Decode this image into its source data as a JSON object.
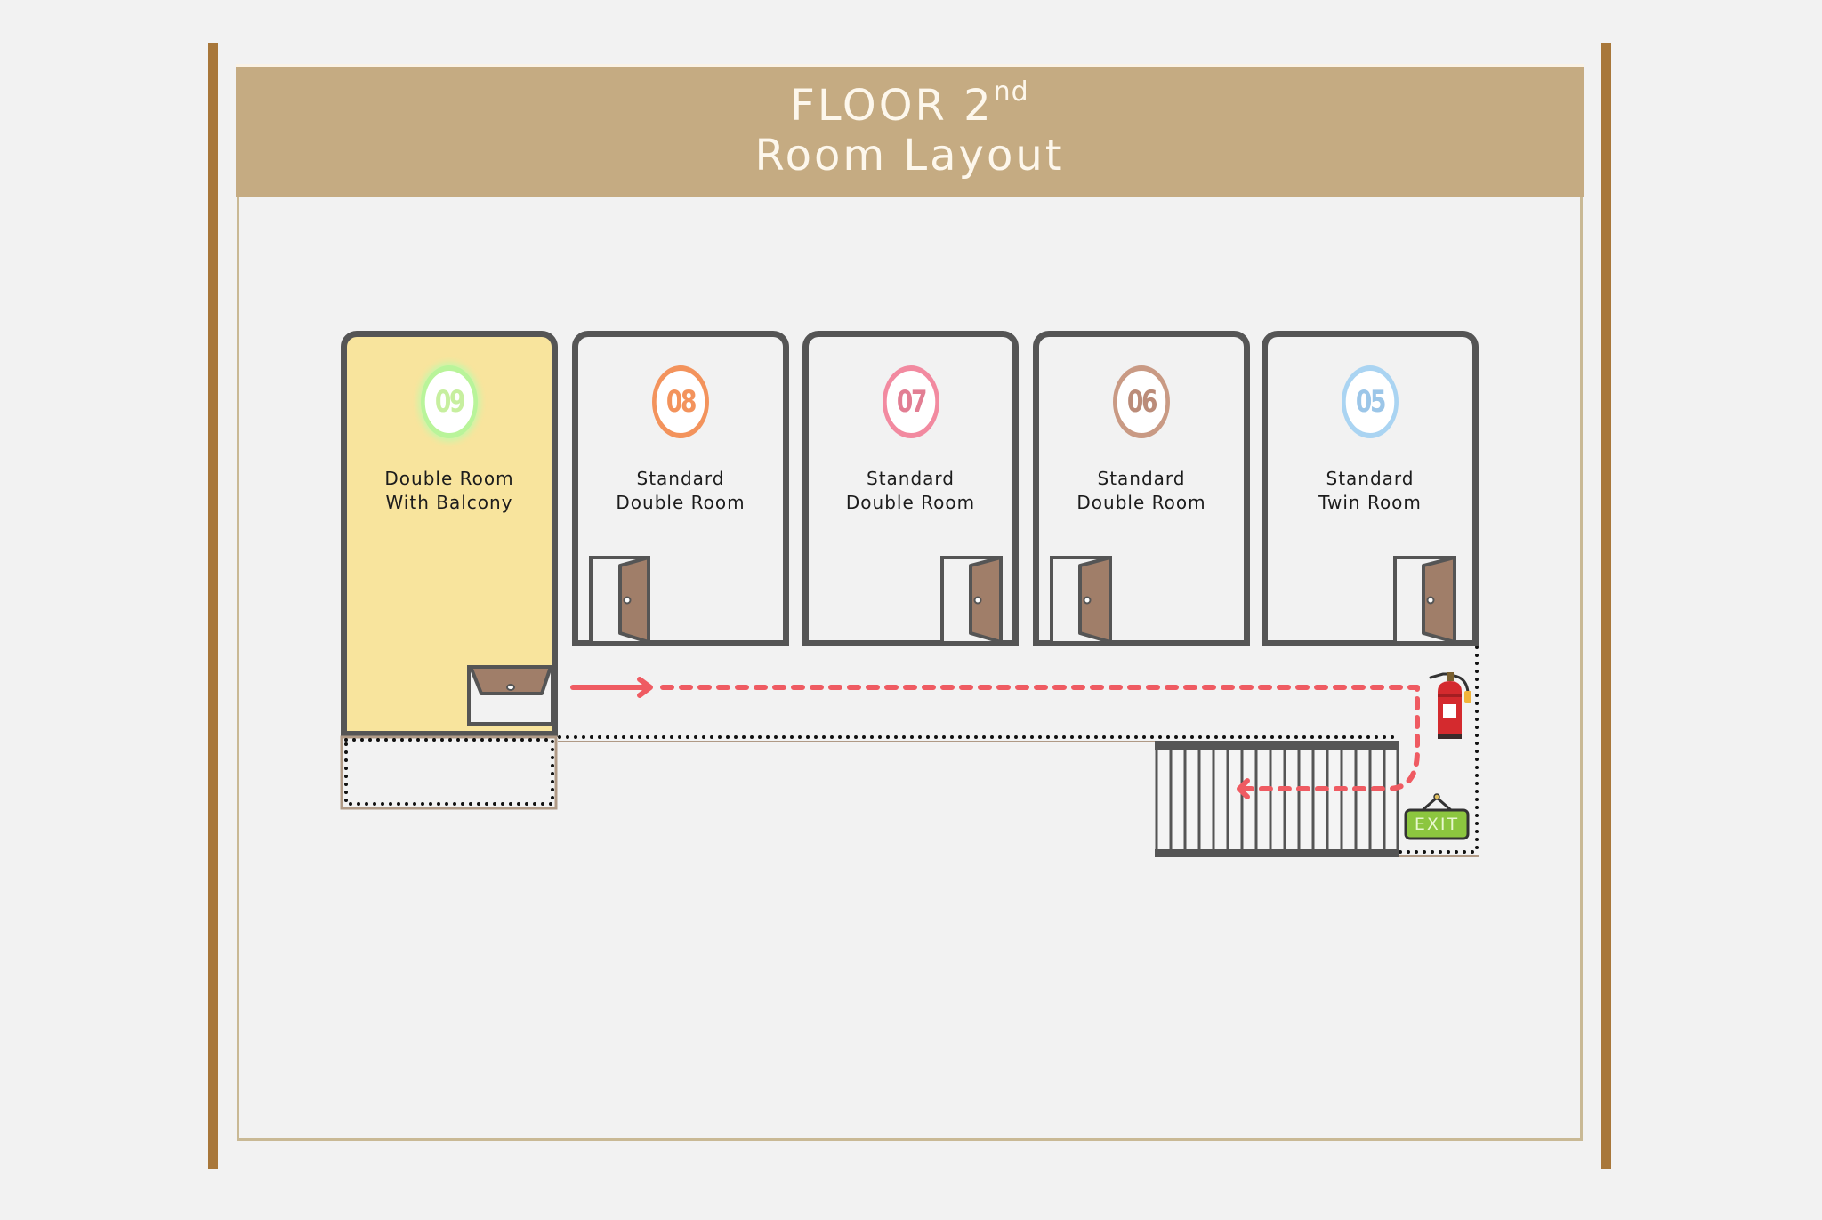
{
  "header": {
    "title_line1": "FLOOR 2",
    "title_sup": "nd",
    "title_line2": "Room Layout",
    "background": "#c5ab82",
    "text_color": "#fdf7ec"
  },
  "rooms": [
    {
      "number": "09",
      "line1": "Double Room",
      "line2": "With Balcony",
      "badge_color": "#b9f49a",
      "highlight": true
    },
    {
      "number": "08",
      "line1": "Standard",
      "line2": "Double Room",
      "badge_color": "#f3935c",
      "highlight": false
    },
    {
      "number": "07",
      "line1": "Standard",
      "line2": "Double Room",
      "badge_color": "#f28aa0",
      "highlight": false
    },
    {
      "number": "06",
      "line1": "Standard",
      "line2": "Double Room",
      "badge_color": "#c99a84",
      "highlight": false
    },
    {
      "number": "05",
      "line1": "Standard",
      "line2": "Twin Room",
      "badge_color": "#aad4f2",
      "highlight": false
    }
  ],
  "exit_sign": {
    "label": "EXIT",
    "color": "#8cc63f"
  },
  "colors": {
    "wall": "#555555",
    "door": "#a07e69",
    "evacuation_route": "#ef5b62",
    "pole": "#a8773a",
    "highlight_room": "#f8e49d"
  },
  "icons": [
    "door-icon",
    "fire-extinguisher-icon",
    "exit-sign-icon",
    "staircase-icon",
    "arrow-icon"
  ]
}
